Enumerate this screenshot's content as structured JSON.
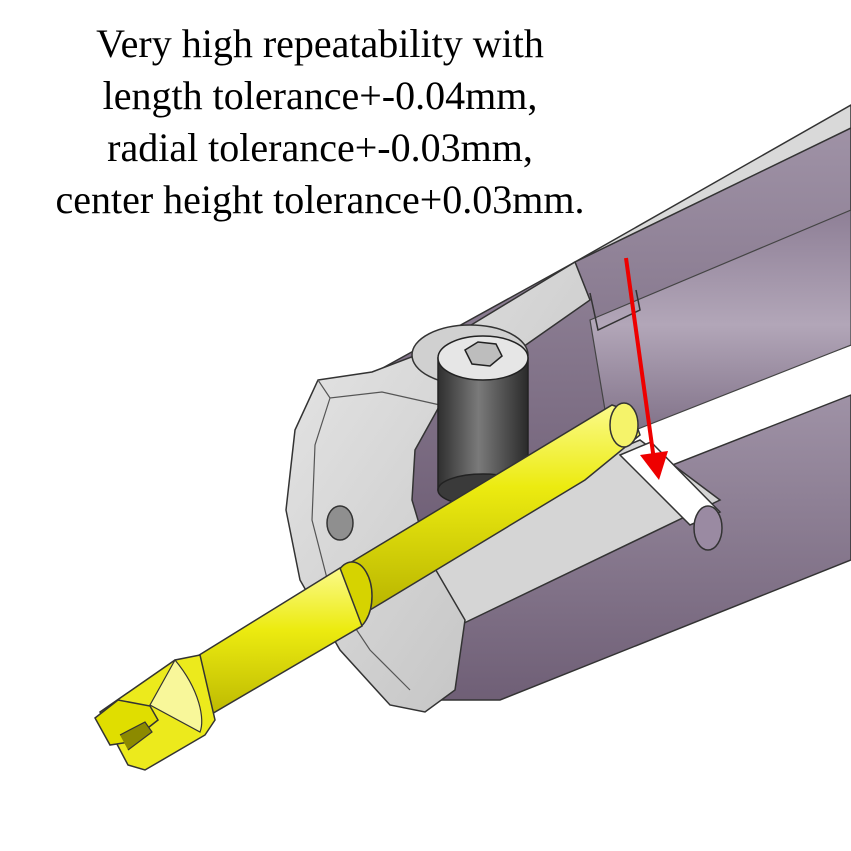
{
  "caption": {
    "line1": "Very high repeatability with",
    "line2": "length tolerance+-0.04mm,",
    "line3": "radial tolerance+-0.03mm,",
    "line4": "center height tolerance+0.03mm."
  },
  "colors": {
    "holder_purple": "#7b6b80",
    "holder_light_purple": "#9b8ca3",
    "holder_grey": "#c9c9c9",
    "holder_face": "#dadada",
    "bar_yellow": "#e8e600",
    "bar_yellow_light": "#f7f570",
    "bar_yellow_dark": "#b8b400",
    "screw_dark": "#4a4a4a",
    "arrow_red": "#ee0000"
  }
}
